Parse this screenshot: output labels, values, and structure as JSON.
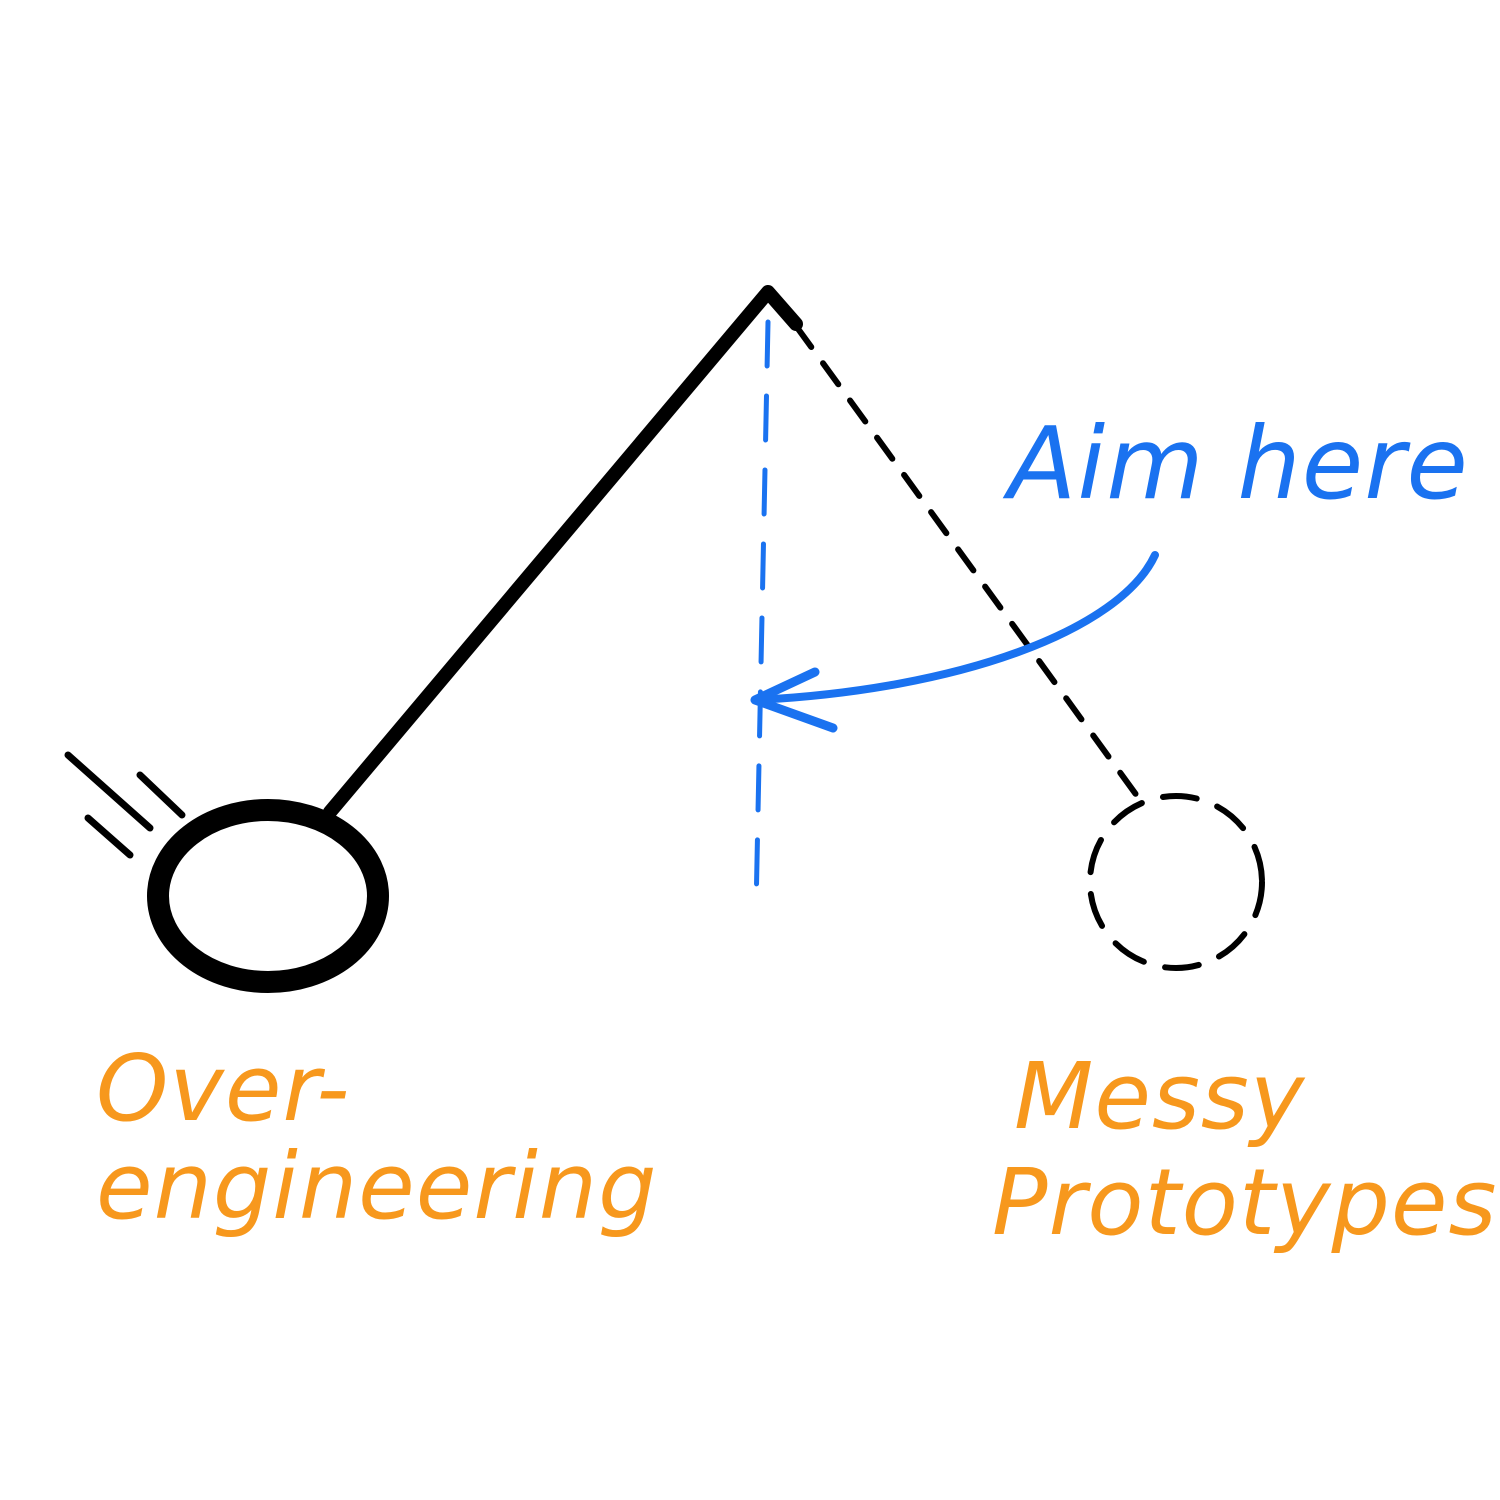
{
  "labels": {
    "aim_here": "Aim here",
    "left_line1": "Over-",
    "left_line2": "engineering",
    "right_line1": "Messy",
    "right_line2": "Prototypes"
  },
  "colors": {
    "ink": "#000000",
    "accent_blue": "#1a72f0",
    "label_orange": "#f7981d",
    "background": "#ffffff"
  }
}
